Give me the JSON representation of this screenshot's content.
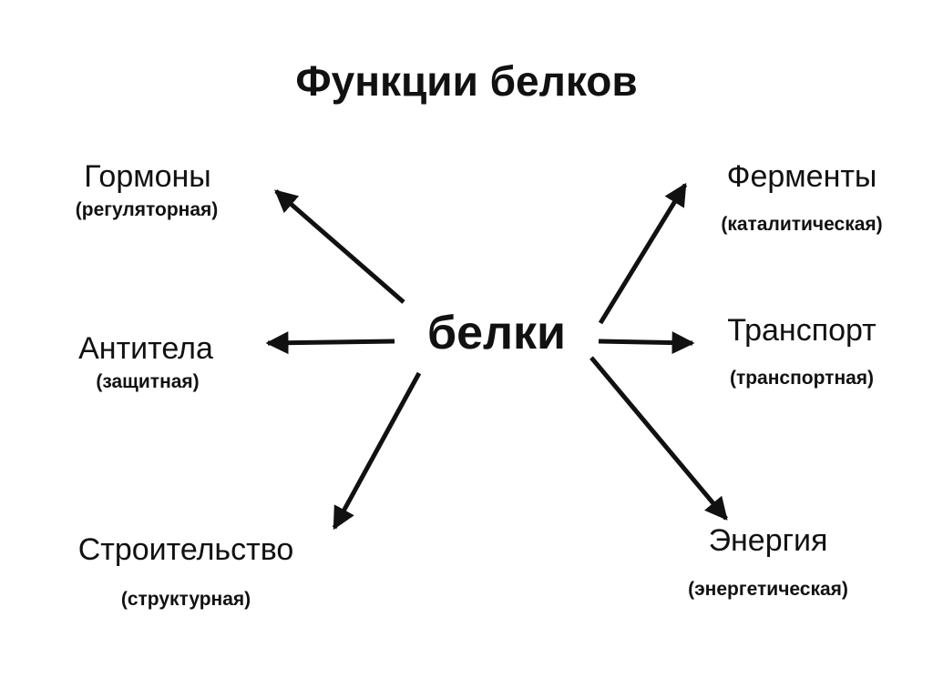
{
  "title": "Функции белков",
  "center": "белки",
  "functions": [
    {
      "id": "hormones",
      "name": "Гормоны",
      "role": "(регуляторная)"
    },
    {
      "id": "enzymes",
      "name": "Ферменты",
      "role": "(каталитическая)"
    },
    {
      "id": "antibodies",
      "name": "Антитела",
      "role": "(защитная)"
    },
    {
      "id": "transport",
      "name": "Транспорт",
      "role": "(транспортная)"
    },
    {
      "id": "building",
      "name": "Строительство",
      "role": "(структурная)"
    },
    {
      "id": "energy",
      "name": "Энергия",
      "role": "(энергетическая)"
    }
  ],
  "colors": {
    "text": "#111111",
    "arrow": "#111111",
    "background": "#ffffff"
  }
}
